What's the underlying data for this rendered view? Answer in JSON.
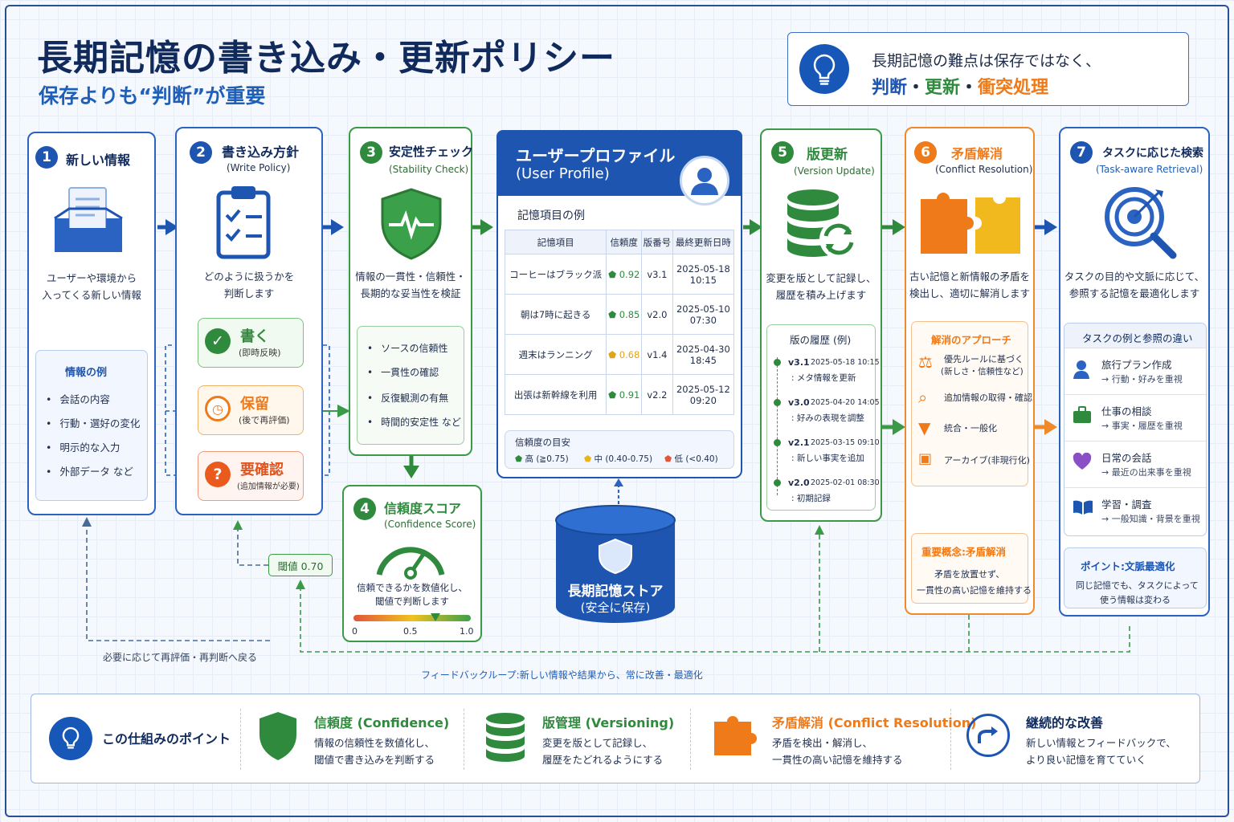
{
  "header": {
    "title": "長期記憶の書き込み・更新ポリシー",
    "subtitle": "保存よりも“判断”が重要",
    "callout_line1": "長期記憶の難点は保存ではなく、",
    "callout_kw1": "判断",
    "callout_sep1": "・",
    "callout_kw2": "更新",
    "callout_sep2": "・",
    "callout_kw3": "衝突処理"
  },
  "step1": {
    "num": "1",
    "title": "新しい情報",
    "desc1": "ユーザーや環境から",
    "desc2": "入ってくる新しい情報",
    "examples_title": "情報の例",
    "examples": [
      "会話の内容",
      "行動・選好の変化",
      "明示的な入力",
      "外部データ など"
    ]
  },
  "step2": {
    "num": "2",
    "title": "書き込み方針",
    "subtitle": "(Write Policy)",
    "desc1": "どのように扱うかを",
    "desc2": "判断します",
    "write": {
      "label": "書く",
      "sub": "(即時反映)"
    },
    "hold": {
      "label": "保留",
      "sub": "(後で再評価)"
    },
    "confirm": {
      "label": "要確認",
      "sub": "(追加情報が必要)"
    }
  },
  "step3": {
    "num": "3",
    "title": "安定性チェック",
    "subtitle": "(Stability Check)",
    "desc1": "情報の一貫性・信頼性・",
    "desc2": "長期的な妥当性を検証",
    "checks": [
      "ソースの信頼性",
      "一貫性の確認",
      "反復観測の有無",
      "時間的安定性 など"
    ]
  },
  "step4": {
    "num": "4",
    "title": "信頼度スコア",
    "subtitle": "(Confidence Score)",
    "desc1": "信頼できるかを数値化し、",
    "desc2": "閾値で判断します",
    "scale": [
      "0",
      "0.5",
      "1.0"
    ],
    "threshold_label": "閾値 0.70",
    "threshold_value": 0.7
  },
  "profile": {
    "title1": "ユーザープロファイル",
    "title2": "(User Profile)",
    "table_title": "記憶項目の例",
    "headers": [
      "記憶項目",
      "信頼度",
      "版番号",
      "最終更新日時"
    ],
    "rows": [
      {
        "item": "コーヒーはブラック派",
        "score": "0.92",
        "level": "high",
        "version": "v3.1",
        "date": "2025-05-18",
        "time": "10:15"
      },
      {
        "item": "朝は7時に起きる",
        "score": "0.85",
        "level": "high",
        "version": "v2.0",
        "date": "2025-05-10",
        "time": "07:30"
      },
      {
        "item": "週末はランニング",
        "score": "0.68",
        "level": "mid",
        "version": "v1.4",
        "date": "2025-04-30",
        "time": "18:45"
      },
      {
        "item": "出張は新幹線を利用",
        "score": "0.91",
        "level": "high",
        "version": "v2.2",
        "date": "2025-05-12",
        "time": "09:20"
      }
    ],
    "legend_title": "信頼度の目安",
    "legend": [
      {
        "label": "高 (≧0.75)",
        "color": "#2f8a3d"
      },
      {
        "label": "中 (0.40-0.75)",
        "color": "#e9b21e"
      },
      {
        "label": "低 (<0.40)",
        "color": "#e2553a"
      }
    ]
  },
  "store": {
    "label1": "長期記憶ストア",
    "label2": "(安全に保存)"
  },
  "step5": {
    "num": "5",
    "title": "版更新",
    "subtitle": "(Version Update)",
    "desc1": "変更を版として記録し、",
    "desc2": "履歴を積み上げます",
    "history_title": "版の履歴 (例)",
    "history": [
      {
        "ver": "v3.1",
        "date": "2025-05-18 10:15",
        "note": ": メタ情報を更新"
      },
      {
        "ver": "v3.0",
        "date": "2025-04-20 14:05",
        "note": ": 好みの表現を調整"
      },
      {
        "ver": "v2.1",
        "date": "2025-03-15 09:10",
        "note": ": 新しい事実を追加"
      },
      {
        "ver": "v2.0",
        "date": "2025-02-01 08:30",
        "note": ": 初期記録"
      }
    ]
  },
  "step6": {
    "num": "6",
    "title": "矛盾解消",
    "subtitle": "(Conflict Resolution)",
    "desc1": "古い記憶と新情報の矛盾を",
    "desc2": "検出し、適切に解消します",
    "approach_title": "解消のアプローチ",
    "approaches": [
      {
        "l1": "優先ルールに基づく",
        "l2": "(新しさ・信頼性など)"
      },
      {
        "l1": "追加情報の取得・確認",
        "l2": ""
      },
      {
        "l1": "統合・一般化",
        "l2": ""
      },
      {
        "l1": "アーカイブ(非現行化)",
        "l2": ""
      }
    ],
    "key_title": "重要概念:矛盾解消",
    "key1": "矛盾を放置せず、",
    "key2": "一貫性の高い記憶を維持する"
  },
  "step7": {
    "num": "7",
    "title": "タスクに応じた検索",
    "subtitle": "(Task-aware Retrieval)",
    "desc1": "タスクの目的や文脈に応じて、",
    "desc2": "参照する記憶を最適化します",
    "tasks_title": "タスクの例と参照の違い",
    "tasks": [
      {
        "title": "旅行プラン作成",
        "detail": "→ 行動・好みを重視"
      },
      {
        "title": "仕事の相談",
        "detail": "→ 事実・履歴を重視"
      },
      {
        "title": "日常の会話",
        "detail": "→ 最近の出来事を重視"
      },
      {
        "title": "学習・調査",
        "detail": "→ 一般知識・背景を重視"
      }
    ],
    "point_title": "ポイント:文脈最適化",
    "point1": "同じ記憶でも、タスクによって",
    "point2": "使う情報は変わる"
  },
  "loops": {
    "reeval": "必要に応じて再評価・再判断へ戻る",
    "feedback": "フィードバックループ:新しい情報や結果から、常に改善・最適化"
  },
  "bottom": {
    "point_label": "この仕組みのポイント",
    "items": [
      {
        "title": "信頼度 (Confidence)",
        "d1": "情報の信頼性を数値化し、",
        "d2": "閾値で書き込みを判断する"
      },
      {
        "title": "版管理 (Versioning)",
        "d1": "変更を版として記録し、",
        "d2": "履歴をたどれるようにする"
      },
      {
        "title": "矛盾解消 (Conflict Resolution)",
        "d1": "矛盾を検出・解消し、",
        "d2": "一貫性の高い記憶を維持する"
      },
      {
        "title": "継続的な改善",
        "d1": "新しい情報とフィードバックで、",
        "d2": "より良い記憶を育てていく"
      }
    ]
  }
}
